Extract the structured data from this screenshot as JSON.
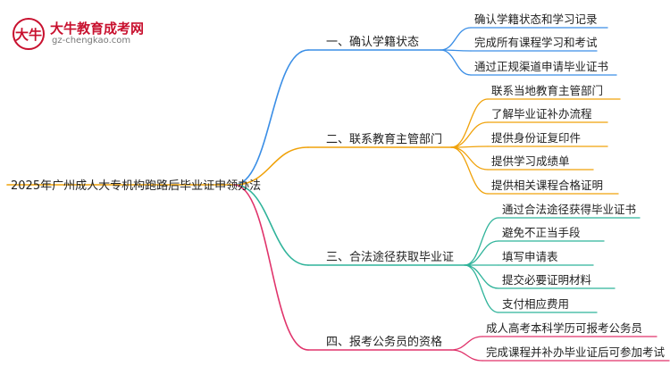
{
  "logo": {
    "title": "大牛教育成考网",
    "url": "gz-chengkao.com",
    "badge_text": "大牛"
  },
  "root": "2025年广州成人大专机构跑路后毕业证申领办法",
  "branches": [
    {
      "label": "一、确认学籍状态",
      "color": "#3a8ee6",
      "leaves": [
        "确认学籍状态和学习记录",
        "完成所有课程学习和考试",
        "通过正规渠道申请毕业证书"
      ]
    },
    {
      "label": "二、联系教育主管部门",
      "color": "#f0a20a",
      "leaves": [
        "联系当地教育主管部门",
        "了解毕业证补办流程",
        "提供身份证复印件",
        "提供学习成绩单",
        "提供相关课程合格证明"
      ]
    },
    {
      "label": "三、合法途径获取毕业证",
      "color": "#2fb39a",
      "leaves": [
        "通过合法途径获得毕业证书",
        "避免不正当手段",
        "填写申请表",
        "提交必要证明材料",
        "支付相应费用"
      ]
    },
    {
      "label": "四、报考公务员的资格",
      "color": "#e0336b",
      "leaves": [
        "成人高考本科学历可报考公务员",
        "完成课程并补办毕业证后可参加考试"
      ]
    }
  ]
}
